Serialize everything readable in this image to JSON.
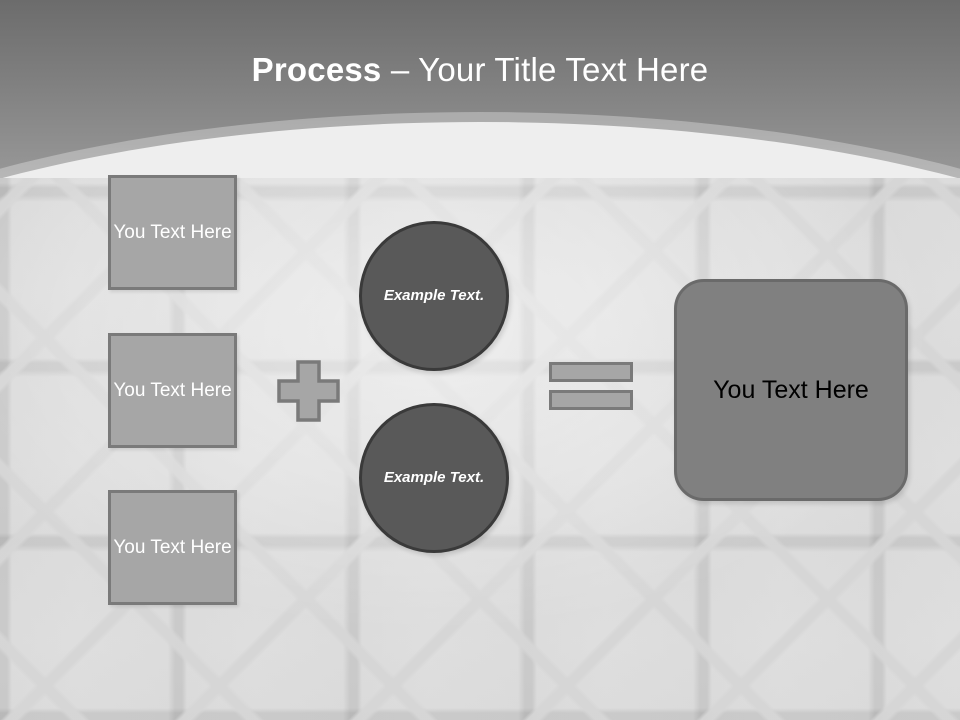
{
  "slide": {
    "title_strong": "Process",
    "title_rest": " – Your Title Text Here",
    "background_pattern": "octagon-tile-texture",
    "colors": {
      "header_top": "#6c6c6c",
      "header_bottom": "#989898",
      "title_text": "#ffffff",
      "box_fill": "#a6a6a6",
      "box_border": "#7a7a7a",
      "box_text": "#ffffff",
      "circle_fill": "#595959",
      "circle_border": "#3a3a3a",
      "circle_text": "#ffffff",
      "result_fill": "#808080",
      "result_border": "#6a6a6a",
      "result_text": "#000000",
      "operator_fill": "#a6a6a6",
      "operator_border": "#7a7a7a",
      "background_tile": "#ececec",
      "background_grout": "#d9d9d9"
    }
  },
  "inputs": {
    "boxes": [
      {
        "label": "You Text Here"
      },
      {
        "label": "You Text Here"
      },
      {
        "label": "You Text Here"
      }
    ]
  },
  "operators": {
    "plus": "plus-sign",
    "equals": "equals-sign"
  },
  "middle": {
    "circles": [
      {
        "label": "Example Text."
      },
      {
        "label": "Example Text."
      }
    ]
  },
  "result": {
    "label": "You Text Here"
  }
}
